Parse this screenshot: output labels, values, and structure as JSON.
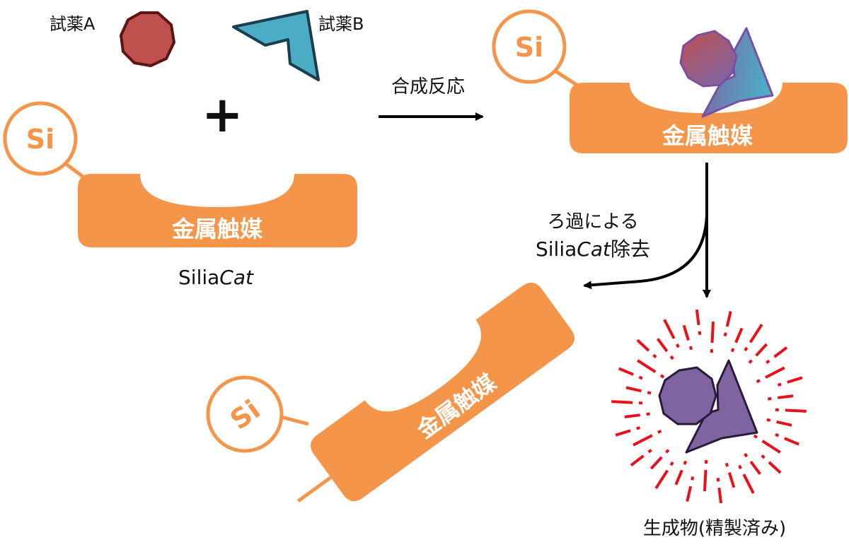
{
  "reagents": {
    "a_label": "試薬A",
    "b_label": "試薬B",
    "plus": "+"
  },
  "reaction": {
    "label": "合成反応"
  },
  "catalyst": {
    "label": "金属触媒",
    "support_label": "Si",
    "name_prefix": "Silia",
    "name_italic": "Cat"
  },
  "filtration": {
    "line1": "ろ過による",
    "line2_prefix": "Silia",
    "line2_italic": "Cat",
    "line2_suffix": "除去"
  },
  "product": {
    "label": "生成物(精製済み)"
  },
  "colors": {
    "catalyst_orange": "#F4954A",
    "reagent_a": "#C0504D",
    "reagent_b": "#4BACC6",
    "product_purple": "#8064A2",
    "highlight_red": "#E8101A"
  }
}
